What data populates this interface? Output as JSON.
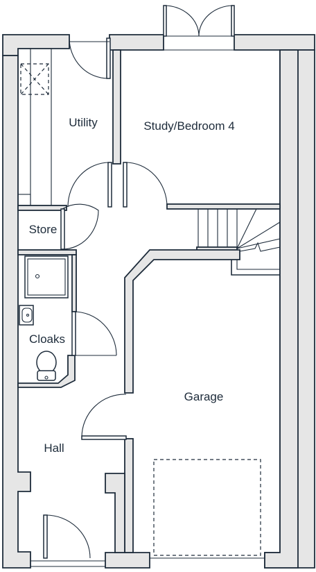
{
  "plan": {
    "rooms": [
      {
        "id": "utility",
        "label": "Utility"
      },
      {
        "id": "study",
        "label": "Study/Bedroom 4"
      },
      {
        "id": "store",
        "label": "Store"
      },
      {
        "id": "cloaks",
        "label": "Cloaks"
      },
      {
        "id": "garage",
        "label": "Garage"
      },
      {
        "id": "hall",
        "label": "Hall"
      }
    ],
    "colors": {
      "wall_fill": "#e6e6e6",
      "line": "#1d2b3a",
      "background": "#ffffff"
    }
  }
}
